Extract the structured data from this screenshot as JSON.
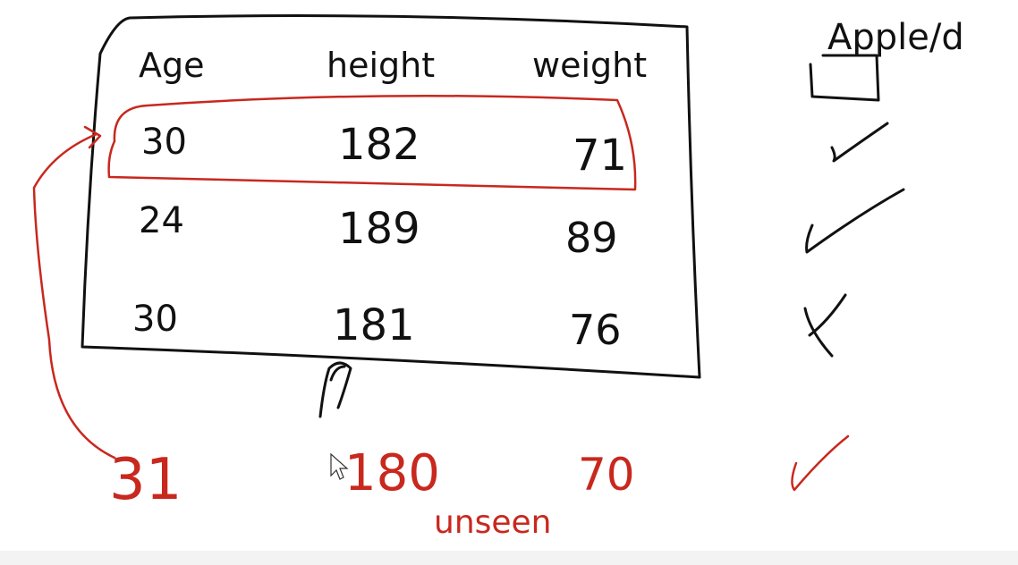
{
  "table": {
    "headers": [
      "Age",
      "height",
      "weight"
    ],
    "rows": [
      [
        "30",
        "182",
        "71"
      ],
      [
        "24",
        "189",
        "89"
      ],
      [
        "30",
        "181",
        "76"
      ]
    ]
  },
  "side_column": {
    "header": "Apple/d",
    "marks": [
      "empty-box",
      "check",
      "check",
      "cross"
    ]
  },
  "new_row": {
    "values": [
      "31",
      "180",
      "70"
    ],
    "mark": "check",
    "label": "unseen"
  },
  "colors": {
    "ink": "#111111",
    "annotation": "#c8281e"
  }
}
